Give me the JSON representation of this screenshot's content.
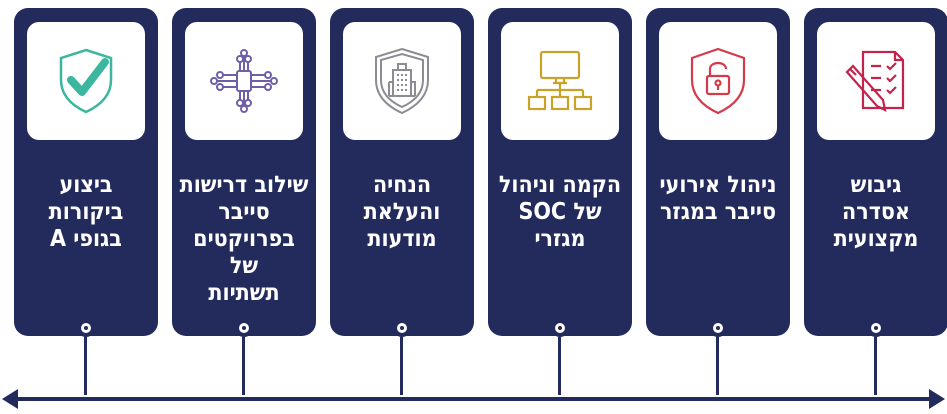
{
  "colors": {
    "navy": "#232a5c",
    "green": "#3db6a0",
    "purple": "#6e5fa8",
    "gray": "#8c8c95",
    "gold": "#c9a227",
    "red": "#d43a4a",
    "crimson": "#c3244c"
  },
  "cards": [
    {
      "title": "ביצוע\nביקורות\nבגופי A",
      "icon": "shield-check-icon"
    },
    {
      "title": "שילוב דרישות\nסייבר\nבפרויקטים של\nתשתיות",
      "icon": "circuit-chip-icon"
    },
    {
      "title": "הנחיה\nוהעלאת\nמודעות",
      "icon": "shield-building-icon"
    },
    {
      "title": "הקמה וניהול\nשל SOC\nמגזרי",
      "icon": "monitor-network-icon"
    },
    {
      "title": "ניהול אירועי\nסייבר במגזר",
      "icon": "shield-lock-icon"
    },
    {
      "title": "גיבוש\nאסדרה\nמקצועית",
      "icon": "checklist-pen-icon"
    }
  ]
}
